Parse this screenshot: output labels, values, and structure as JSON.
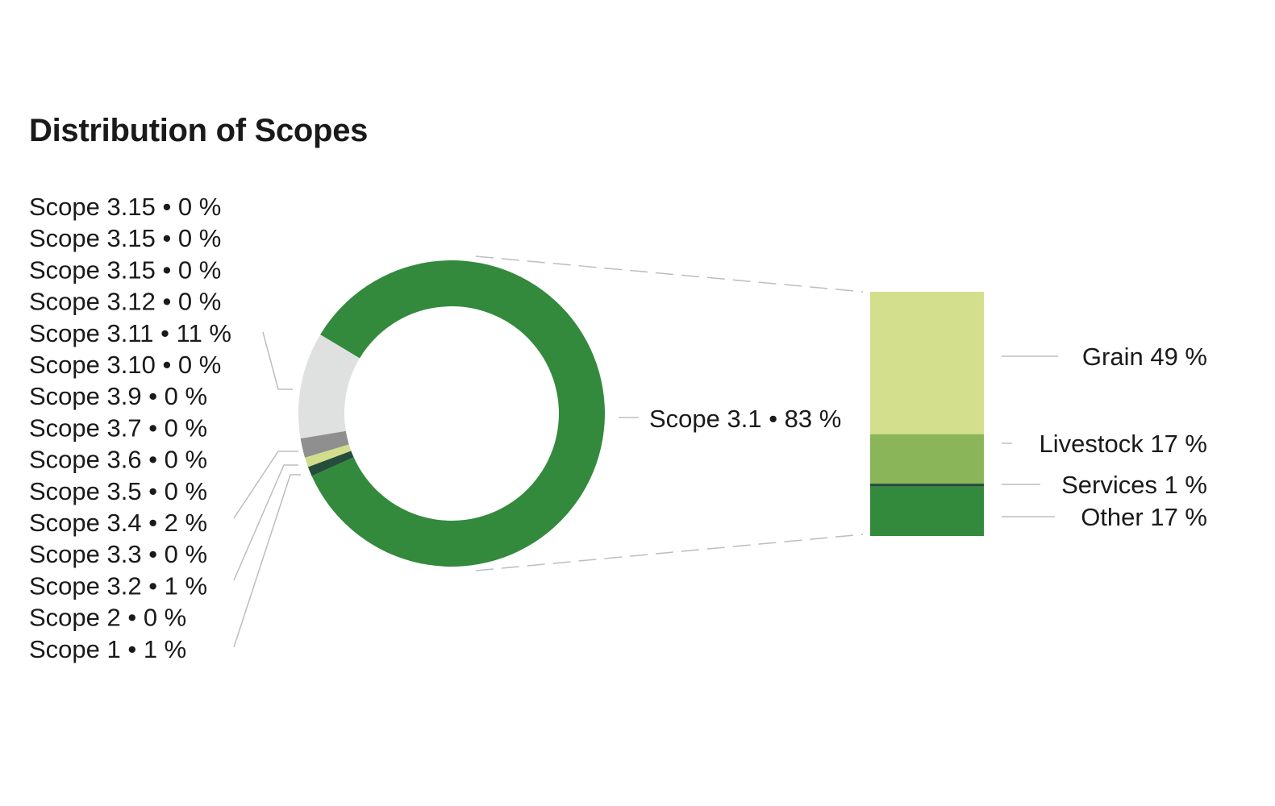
{
  "chart_data": {
    "type": "pie",
    "title": "Distribution of Scopes",
    "legend_labels": [
      "Scope 3.15 • 0 %",
      "Scope 3.15 • 0 %",
      "Scope 3.15 • 0 %",
      "Scope 3.12 • 0 %",
      "Scope 3.11 • 11 %",
      "Scope 3.10 • 0 %",
      "Scope 3.9 • 0 %",
      "Scope 3.7 • 0 %",
      "Scope 3.6 • 0 %",
      "Scope 3.5 • 0 %",
      "Scope 3.4 • 2 %",
      "Scope 3.3 • 0 %",
      "Scope 3.2 • 1 %",
      "Scope 2 • 0 %",
      "Scope 1 • 1 %"
    ],
    "donut": [
      {
        "name": "Scope 3.1",
        "value": 83,
        "color": "#338a3c",
        "label": "Scope 3.1 • 83 %"
      },
      {
        "name": "Scope 1",
        "value": 1,
        "color": "#264d3c"
      },
      {
        "name": "Scope 3.2",
        "value": 1,
        "color": "#d2de8c"
      },
      {
        "name": "Scope 3.4",
        "value": 2,
        "color": "#8e8f8e"
      },
      {
        "name": "Scope 3.11",
        "value": 11,
        "color": "#dfe1e0"
      }
    ],
    "breakdown": {
      "of": "Scope 3.1",
      "series": [
        {
          "name": "Grain",
          "value": 49,
          "color": "#d3df8c",
          "label": "Grain 49 %"
        },
        {
          "name": "Livestock",
          "value": 17,
          "color": "#8ab659",
          "label": "Livestock 17 %"
        },
        {
          "name": "Services",
          "value": 1,
          "color": "#264d3c",
          "label": "Services 1 %"
        },
        {
          "name": "Other",
          "value": 17,
          "color": "#338a3c",
          "label": "Other 17 %"
        }
      ]
    }
  }
}
